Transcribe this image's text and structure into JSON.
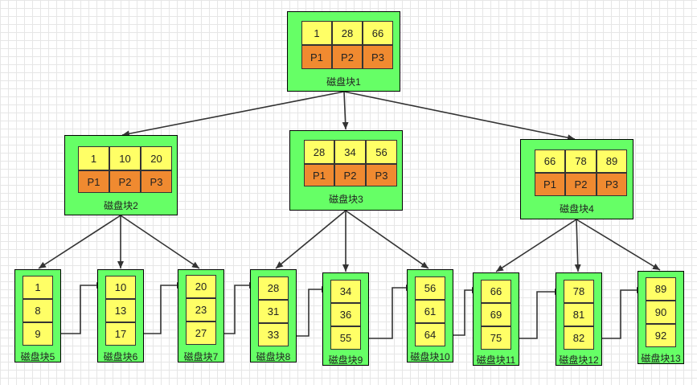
{
  "internal_nodes": [
    {
      "label": "磁盘块1",
      "keys": [
        "1",
        "28",
        "66"
      ],
      "pointers": [
        "P1",
        "P2",
        "P3"
      ]
    },
    {
      "label": "磁盘块2",
      "keys": [
        "1",
        "10",
        "20"
      ],
      "pointers": [
        "P1",
        "P2",
        "P3"
      ]
    },
    {
      "label": "磁盘块3",
      "keys": [
        "28",
        "34",
        "56"
      ],
      "pointers": [
        "P1",
        "P2",
        "P3"
      ]
    },
    {
      "label": "磁盘块4",
      "keys": [
        "66",
        "78",
        "89"
      ],
      "pointers": [
        "P1",
        "P2",
        "P3"
      ]
    }
  ],
  "leaf_nodes": [
    {
      "label": "磁盘块5",
      "keys": [
        "1",
        "8",
        "9"
      ]
    },
    {
      "label": "磁盘块6",
      "keys": [
        "10",
        "13",
        "17"
      ]
    },
    {
      "label": "磁盘块7",
      "keys": [
        "20",
        "23",
        "27"
      ]
    },
    {
      "label": "磁盘块8",
      "keys": [
        "28",
        "31",
        "33"
      ]
    },
    {
      "label": "磁盘块9",
      "keys": [
        "34",
        "36",
        "55"
      ]
    },
    {
      "label": "磁盘块10",
      "keys": [
        "56",
        "61",
        "64"
      ]
    },
    {
      "label": "磁盘块11",
      "keys": [
        "66",
        "69",
        "75"
      ]
    },
    {
      "label": "磁盘块12",
      "keys": [
        "78",
        "81",
        "82"
      ]
    },
    {
      "label": "磁盘块13",
      "keys": [
        "89",
        "90",
        "92"
      ]
    }
  ],
  "colors": {
    "node_fill": "#66ff66",
    "key_fill": "#ffff66",
    "pointer_fill": "#f08a30",
    "edge": "#333333"
  }
}
